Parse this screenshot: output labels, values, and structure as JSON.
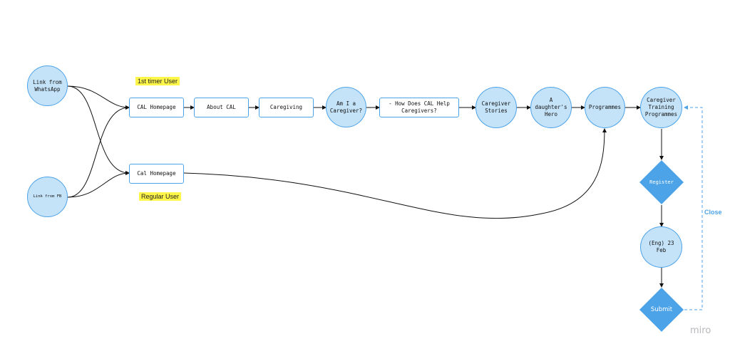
{
  "nodes": {
    "link_whatsapp": "Link from\nWhatsApp",
    "link_fb": "Link from FB",
    "cal_homepage": "CAL Homepage",
    "cal_homepage_regular": "Cal Homepage",
    "about_cal": "About CAL",
    "caregiving": "Caregiving",
    "am_i_caregiver": "Am I a\nCaregiver?",
    "how_cal_helps": "- How Does CAL Help\nCaregivers?",
    "caregiver_stories": "Caregiver\nStories",
    "daughters_hero": "A\ndaughter's\nHero",
    "programmes": "Programmes",
    "training_programmes": "Caregiver\nTraining\nProgrammes",
    "register": "Register",
    "eng_23_feb": "(Eng) 23\nFeb",
    "submit": "Submit"
  },
  "labels": {
    "first_timer": "1st timer User",
    "regular_user": "Regular User",
    "close": "Close"
  },
  "watermark": "miro",
  "colors": {
    "node_fill": "#c5e3f8",
    "node_border": "#4da3e8",
    "diamond_fill": "#4da3e8",
    "sticky": "#fff64a",
    "edge": "#111111",
    "dashed_edge": "#4da3e8"
  }
}
